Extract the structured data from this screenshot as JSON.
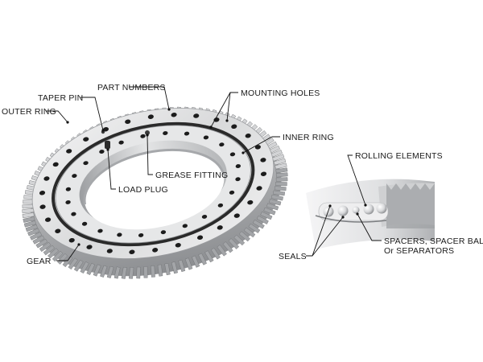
{
  "labels": {
    "part_numbers": "PART NUMBERS",
    "taper_pin": "TAPER PIN",
    "outer_ring": "OUTER RING",
    "mounting_holes": "MOUNTING HOLES",
    "inner_ring": "INNER RING",
    "grease_fitting": "GREASE FITTING",
    "load_plug": "LOAD PLUG",
    "gear": "GEAR",
    "rolling_elements": "ROLLING ELEMENTS",
    "seals": "SEALS",
    "spacers_line1": "SPACERS, SPACER BALLS",
    "spacers_line2": "Or SEPARATORS"
  },
  "colors": {
    "metal_light": "#e9e9ea",
    "metal_mid": "#bfc0c2",
    "metal_dark": "#7d7f82",
    "hole": "#1c1c1c"
  }
}
